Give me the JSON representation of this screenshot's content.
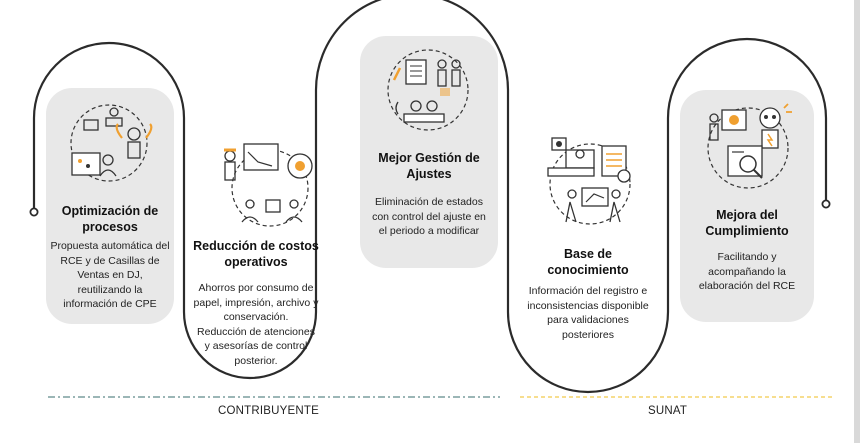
{
  "stages": [
    {
      "title_lines": [
        "Optimización de",
        "procesos"
      ],
      "desc_lines": [
        "Propuesta automática del",
        "RCE y de Casillas de",
        "Ventas en DJ,",
        "reutilizando la",
        "información de CPE"
      ]
    },
    {
      "title_lines": [
        "Reducción de costos",
        "operativos"
      ],
      "desc_lines": [
        "Ahorros por consumo de",
        "papel, impresión, archivo y",
        "conservación.",
        "Reducción de atenciones",
        "y asesorías de control",
        "posterior."
      ]
    },
    {
      "title_lines": [
        "Mejor Gestión de",
        "Ajustes"
      ],
      "desc_lines": [
        "Eliminación de estados",
        "con control del ajuste en",
        "el periodo a modificar"
      ]
    },
    {
      "title_lines": [
        "Base de",
        "conocimiento"
      ],
      "desc_lines": [
        "Información del registro e",
        "inconsistencias disponible",
        "para validaciones",
        "posteriores"
      ]
    },
    {
      "title_lines": [
        "Mejora del",
        "Cumplimiento"
      ],
      "desc_lines": [
        "Facilitando y",
        "acompañando la",
        "elaboración del RCE"
      ]
    }
  ],
  "groups": {
    "left": "CONTRIBUYENTE",
    "right": "SUNAT"
  },
  "colors": {
    "card_bg": "#e8e8e8",
    "outline": "#2b2b2b",
    "accent_orange": "#f0a030",
    "left_line": "#5f8a8b",
    "right_line": "#f2c94c"
  },
  "icons": [
    "team-gear-icon",
    "cost-reduction-icon",
    "document-adjust-icon",
    "knowledge-base-icon",
    "compliance-robot-icon"
  ]
}
